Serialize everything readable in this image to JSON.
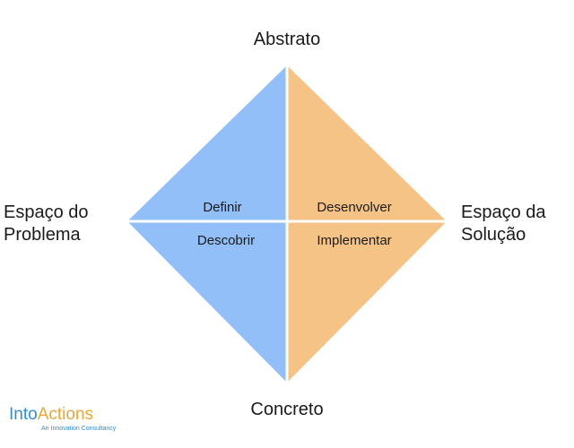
{
  "diagram": {
    "axes": {
      "top": "Abstrato",
      "bottom": "Concreto",
      "left": [
        "Espaço do",
        "Problema"
      ],
      "right": [
        "Espaço da",
        "Solução"
      ]
    },
    "quadrants": {
      "top_left": "Definir",
      "top_right": "Desenvolver",
      "bottom_left": "Descobrir",
      "bottom_right": "Implementar"
    },
    "colors": {
      "problem_space": "#92bff7",
      "solution_space": "#f6c387",
      "divider": "#ffffff"
    }
  },
  "logo": {
    "word_into": "Into",
    "word_actions": "Actions",
    "tagline": "An Innovation Consultancy",
    "colors": {
      "into": "#2f8dd0",
      "actions": "#e6a83a"
    }
  }
}
